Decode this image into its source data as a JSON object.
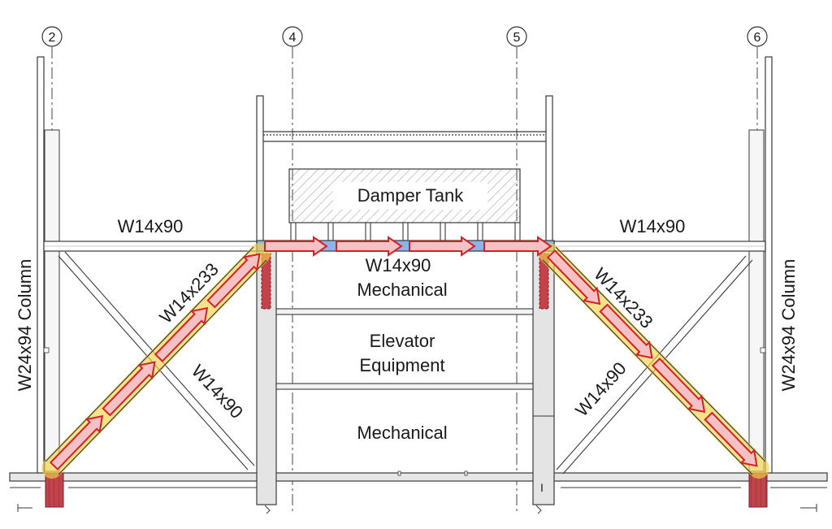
{
  "grid_lines": [
    "2",
    "4",
    "5",
    "6"
  ],
  "labels": {
    "damper_tank": "Damper Tank",
    "beam_left": "W14x90",
    "beam_right": "W14x90",
    "beam_center": "W14x90",
    "brace_left_heavy": "W14x233",
    "brace_left_light": "W14x90",
    "brace_right_heavy": "W14x233",
    "brace_right_light": "W14x90",
    "column_left": "W24x94 Column",
    "column_right": "W24x94 Column",
    "room_mechanical_top": "Mechanical",
    "room_elevator_line1": "Elevator",
    "room_elevator_line2": "Equipment",
    "room_mechanical_bottom": "Mechanical"
  },
  "colors": {
    "line": "#3a3a3a",
    "column_fill": "#e4e4e4",
    "load_path_arrow": "#d61f26",
    "arrow_fill": "#f4c2c4",
    "highlight_yellow": "#f3d44a",
    "highlight_blue": "#5b8fd6",
    "foundation_red": "#b8323a"
  }
}
